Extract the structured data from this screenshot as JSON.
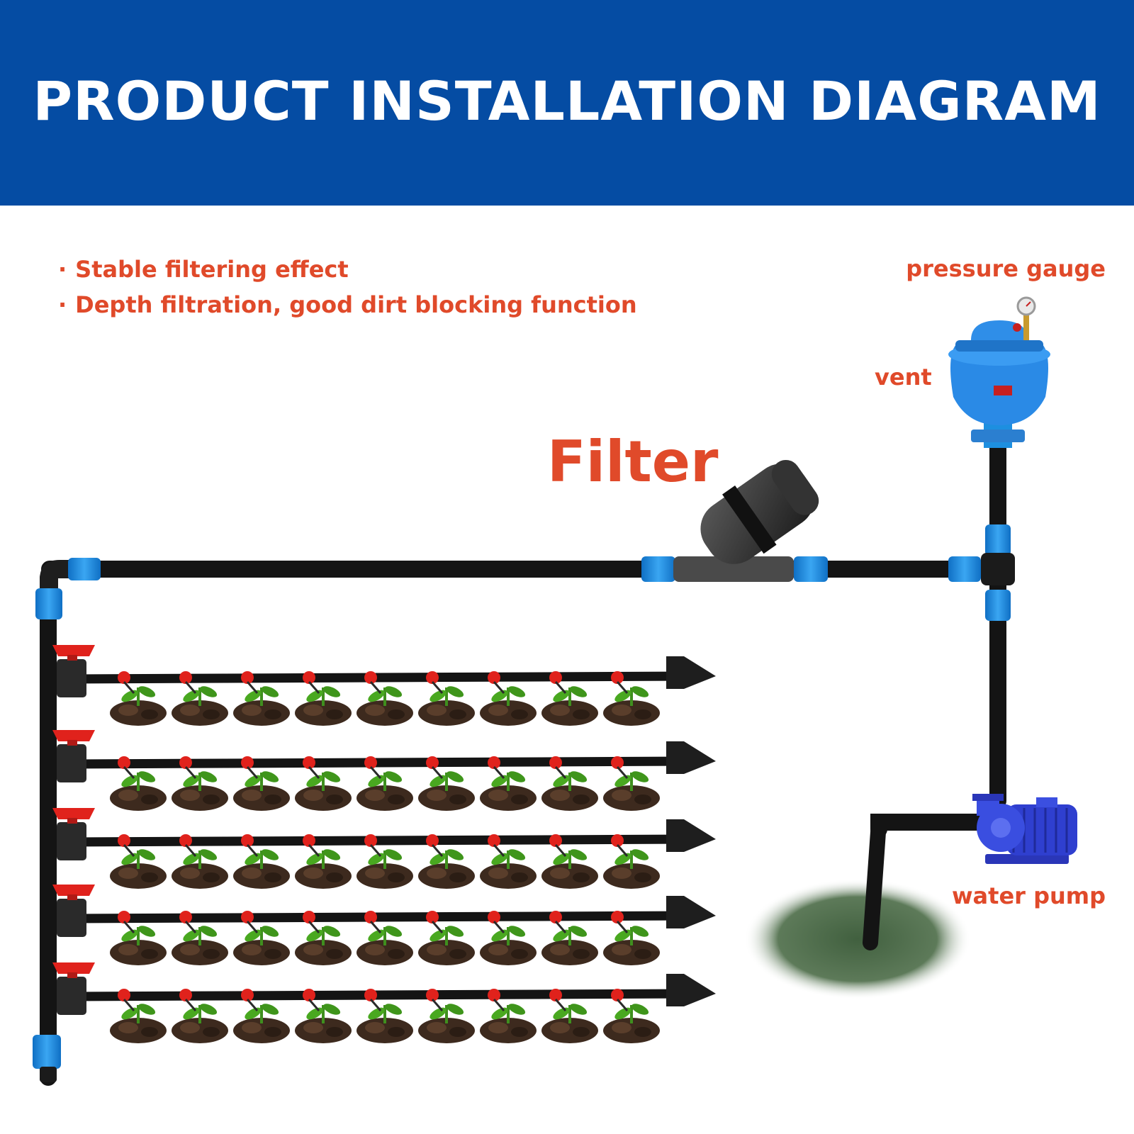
{
  "header": {
    "title": "PRODUCT INSTALLATION DIAGRAM",
    "background": "#054ca3"
  },
  "features": [
    "Stable filtering effect",
    "Depth filtration, good dirt blocking function"
  ],
  "labels": {
    "pressure_gauge": "pressure gauge",
    "vent": "vent",
    "filter": "Filter",
    "water_pump": "water pump"
  },
  "colors": {
    "label_text": "#e04a2a",
    "pipe": "#141414",
    "connector": "#1d8fe0",
    "valve": "#e0221c",
    "pump": "#2f3fcf"
  },
  "icons": [
    "pressure-gauge-icon",
    "air-vent-valve-icon",
    "filter-icon",
    "water-pump-icon",
    "ball-valve-icon",
    "dripper-icon",
    "seedling-icon",
    "water-source-icon"
  ]
}
